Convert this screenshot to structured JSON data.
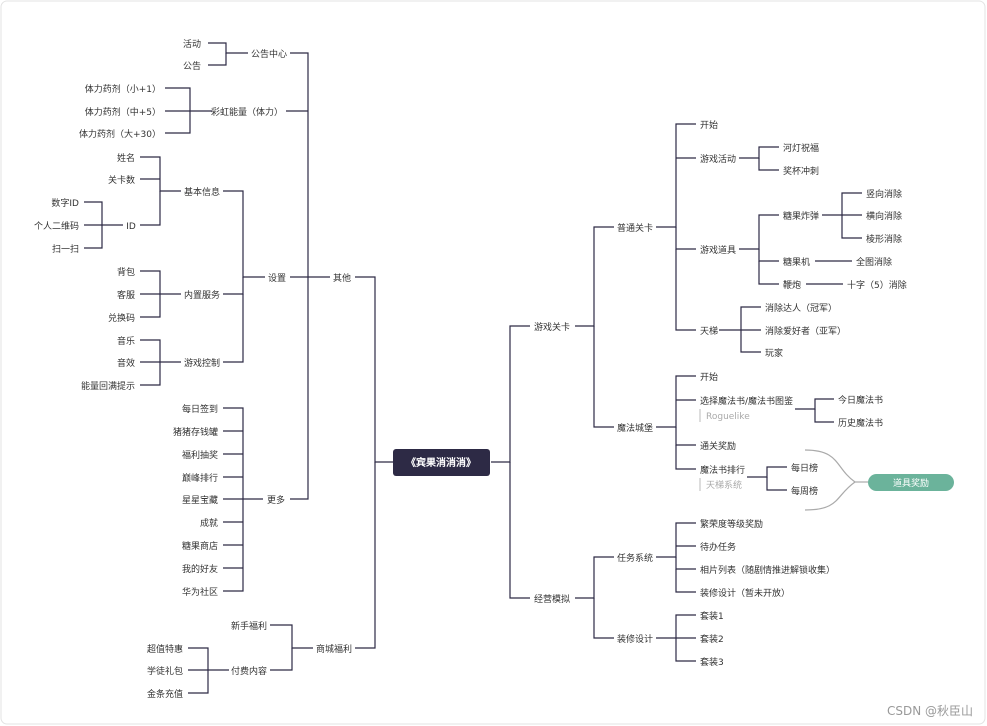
{
  "root": "《宾果消消消》",
  "left": {
    "other": "其他",
    "notice_center": "公告中心",
    "activity": "活动",
    "announcement": "公告",
    "rainbow_energy": "彩虹能量（体力）",
    "potion_small": "体力药剂（小+1）",
    "potion_mid": "体力药剂（中+5）",
    "potion_big": "体力药剂（大+30）",
    "settings": "设置",
    "basic_info": "基本信息",
    "name": "姓名",
    "level_count": "关卡数",
    "id": "ID",
    "digital_id": "数字ID",
    "qr_code": "个人二维码",
    "scan": "扫一扫",
    "builtin_service": "内置服务",
    "backpack": "背包",
    "customer_service": "客服",
    "redeem_code": "兑换码",
    "game_control": "游戏控制",
    "music": "音乐",
    "sound": "音效",
    "energy_full_tip": "能量回满提示",
    "more": "更多",
    "daily_checkin": "每日签到",
    "piggy_bank": "猪猪存钱罐",
    "lottery": "福利抽奖",
    "peak_ranking": "巅峰排行",
    "star_treasure": "星星宝藏",
    "achievement": "成就",
    "candy_shop": "糖果商店",
    "my_friends": "我的好友",
    "huawei_community": "华为社区",
    "mall_welfare": "商城福利",
    "newbie_welfare": "新手福利",
    "paid_content": "付费内容",
    "value_deal": "超值特惠",
    "student_pack": "学徒礼包",
    "gold_recharge": "金条充值"
  },
  "right": {
    "game_levels": "游戏关卡",
    "normal_levels": "普通关卡",
    "start1": "开始",
    "game_activity": "游戏活动",
    "river_lantern": "河灯祝福",
    "cup_sprint": "奖杯冲刺",
    "game_props": "游戏道具",
    "candy_bomb": "糖果炸弹",
    "vertical": "竖向消除",
    "horizontal": "横向消除",
    "diamond": "棱形消除",
    "candy_machine": "糖果机",
    "clear_all": "全图消除",
    "cannon": "鞭炮",
    "cross_clear": "十字（5）消除",
    "ladder": "天梯",
    "master": "消除达人（冠军）",
    "lover": "消除爱好者（亚军）",
    "player": "玩家",
    "magic_castle": "魔法城堡",
    "start2": "开始",
    "choose_book": "选择魔法书/魔法书图鉴",
    "roguelike": "Roguelike",
    "today_book": "今日魔法书",
    "history_book": "历史魔法书",
    "clear_reward": "通关奖励",
    "book_ranking": "魔法书排行",
    "ladder_system": "天梯系统",
    "daily_list": "每日榜",
    "weekly_list": "每周榜",
    "prop_reward": "道具奖励",
    "business_sim": "经营模拟",
    "task_system": "任务系统",
    "prosperity_reward": "繁荣度等级奖励",
    "todo_tasks": "待办任务",
    "photo_list": "相片列表（随剧情推进解锁收集）",
    "decor_design_closed": "装修设计（暂未开放）",
    "decor_design": "装修设计",
    "set1": "套装1",
    "set2": "套装2",
    "set3": "套装3"
  },
  "watermark": "CSDN @秋臣山",
  "colors": {
    "root_bg": "#2d2a45",
    "line": "#2d2a45",
    "reward_bg": "#6bb39b",
    "text": "#333333"
  }
}
